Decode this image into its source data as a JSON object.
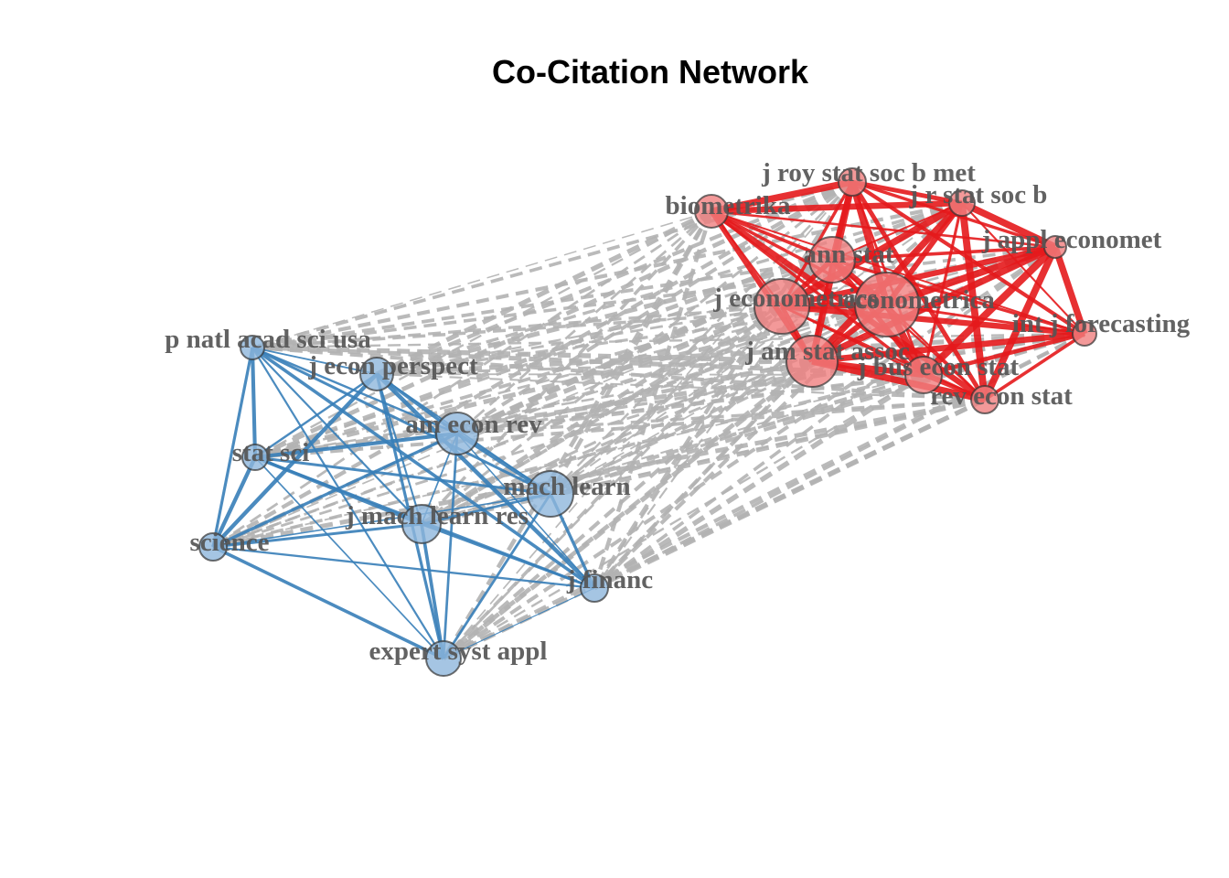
{
  "title": "Co-Citation Network",
  "clusters": {
    "1": {
      "color": "#e41a1c",
      "node_fill": "#f08080"
    },
    "2": {
      "color": "#377eb8",
      "node_fill": "#8fb6dc"
    }
  },
  "between_edge_color": "#b3b3b3",
  "nodes": [
    {
      "label": "biometrika",
      "cluster": "1"
    },
    {
      "label": "j roy stat soc b met",
      "cluster": "1"
    },
    {
      "label": "j r stat soc b",
      "cluster": "1"
    },
    {
      "label": "ann stat",
      "cluster": "1"
    },
    {
      "label": "j econometrics",
      "cluster": "1"
    },
    {
      "label": "econometrica",
      "cluster": "1"
    },
    {
      "label": "j appl economet",
      "cluster": "1"
    },
    {
      "label": "int j forecasting",
      "cluster": "1"
    },
    {
      "label": "j am stat assoc",
      "cluster": "1"
    },
    {
      "label": "j bus econ stat",
      "cluster": "1"
    },
    {
      "label": "rev econ stat",
      "cluster": "1"
    },
    {
      "label": "p natl acad sci usa",
      "cluster": "2"
    },
    {
      "label": "j econ perspect",
      "cluster": "2"
    },
    {
      "label": "am econ rev",
      "cluster": "2"
    },
    {
      "label": "stat sci",
      "cluster": "2"
    },
    {
      "label": "mach learn",
      "cluster": "2"
    },
    {
      "label": "j mach learn res",
      "cluster": "2"
    },
    {
      "label": "science",
      "cluster": "2"
    },
    {
      "label": "j financ",
      "cluster": "2"
    },
    {
      "label": "expert syst appl",
      "cluster": "2"
    }
  ]
}
